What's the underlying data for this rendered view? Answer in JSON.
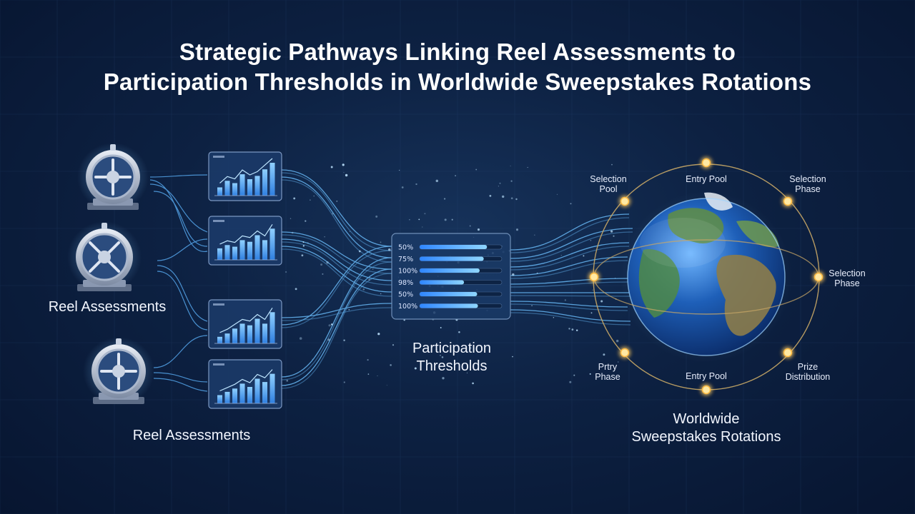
{
  "title": {
    "line1": "Strategic Pathways Linking Reel Assessments to",
    "line2": "Participation Thresholds in Worldwide Sweepstakes Rotations"
  },
  "labels": {
    "reel_mid": "Reel Assessments",
    "reel_bottom": "Reel Assessments",
    "thresholds_line1": "Participation",
    "thresholds_line2": "Thresholds",
    "globe_line1": "Worldwide",
    "globe_line2": "Sweepstakes Rotations"
  },
  "thresholds": [
    {
      "label": "50%",
      "fill": 0.82
    },
    {
      "label": "75%",
      "fill": 0.78
    },
    {
      "label": "100%",
      "fill": 0.73
    },
    {
      "label": "98%",
      "fill": 0.54
    },
    {
      "label": "50%",
      "fill": 0.7
    },
    {
      "label": "100%",
      "fill": 0.71
    }
  ],
  "charts": [
    {
      "bars": [
        0.25,
        0.45,
        0.38,
        0.65,
        0.5,
        0.6,
        0.8,
        1.0
      ]
    },
    {
      "bars": [
        0.35,
        0.45,
        0.4,
        0.6,
        0.55,
        0.75,
        0.6,
        0.95
      ]
    },
    {
      "bars": [
        0.2,
        0.3,
        0.45,
        0.6,
        0.55,
        0.75,
        0.6,
        0.95
      ]
    },
    {
      "bars": [
        0.25,
        0.35,
        0.45,
        0.6,
        0.5,
        0.75,
        0.65,
        0.9
      ]
    }
  ],
  "orbit": {
    "selection_pool_1": "Selection",
    "selection_pool_2": "Pool",
    "entry_pool_top": "Entry Pool",
    "selection_phase_top_1": "Selection",
    "selection_phase_top_2": "Phase",
    "selection_phase_right_1": "Selection",
    "selection_phase_right_2": "Phase",
    "entry_phase_1": "Prtry",
    "entry_phase_2": "Phase",
    "entry_pool_bottom": "Entry Pool",
    "prize_distribution_1": "Prize",
    "prize_distribution_2": "Distribution"
  },
  "colors": {
    "accent": "#4aa8ff",
    "glow": "#7cc6ff",
    "node": "#ffd56b",
    "orbit": "#c9a866"
  }
}
